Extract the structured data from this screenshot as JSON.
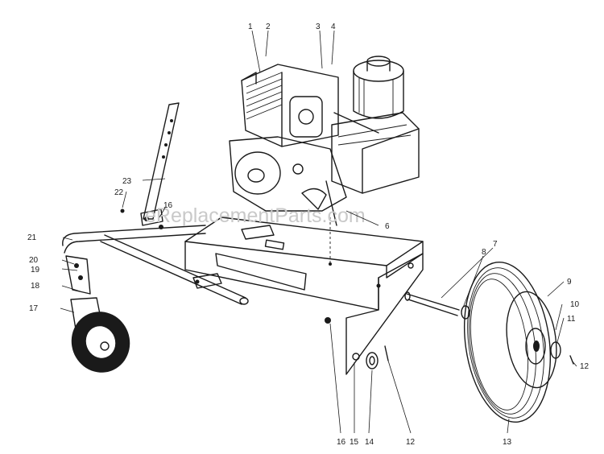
{
  "watermark": "eReplacementParts.com",
  "labels": {
    "l1": "1",
    "l2": "2",
    "l3": "3",
    "l4": "4",
    "l6": "6",
    "l7": "7",
    "l8": "8",
    "l9": "9",
    "l10": "10",
    "l11": "11",
    "l12a": "12",
    "l12b": "12",
    "l13": "13",
    "l14": "14",
    "l15": "15",
    "l16a": "16",
    "l16b": "16",
    "l17": "17",
    "l18": "18",
    "l19": "19",
    "l20": "20",
    "l21": "21",
    "l22": "22",
    "l23": "23"
  }
}
